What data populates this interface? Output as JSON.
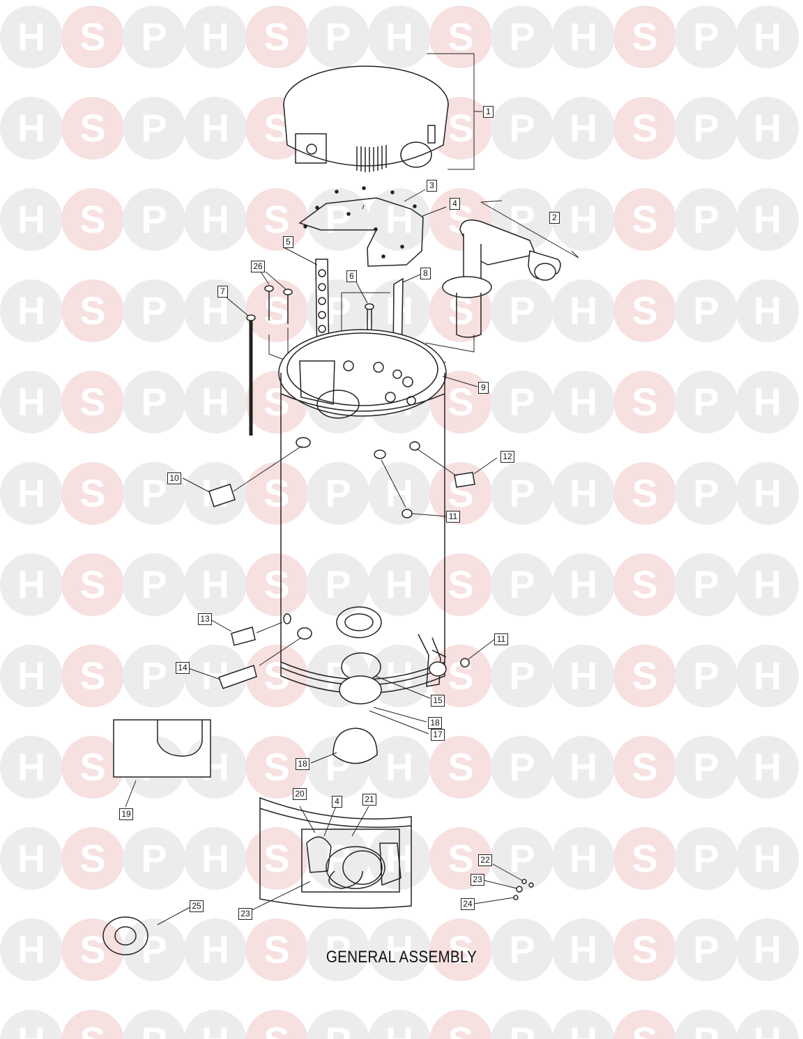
{
  "title": "GENERAL ASSEMBLY",
  "watermark": {
    "letters": [
      "H",
      "S",
      "P"
    ],
    "color_grey": "#ececec",
    "color_pink": "#f7e0e0"
  },
  "parts": [
    {
      "label": "1"
    },
    {
      "label": "2"
    },
    {
      "label": "3"
    },
    {
      "label": "4"
    },
    {
      "label": "5"
    },
    {
      "label": "26"
    },
    {
      "label": "6"
    },
    {
      "label": "8"
    },
    {
      "label": "7"
    },
    {
      "label": "9"
    },
    {
      "label": "10"
    },
    {
      "label": "12"
    },
    {
      "label": "11"
    },
    {
      "label": "13"
    },
    {
      "label": "11"
    },
    {
      "label": "14"
    },
    {
      "label": "15"
    },
    {
      "label": "18"
    },
    {
      "label": "17"
    },
    {
      "label": "18"
    },
    {
      "label": "19"
    },
    {
      "label": "20"
    },
    {
      "label": "4"
    },
    {
      "label": "21"
    },
    {
      "label": "22"
    },
    {
      "label": "23"
    },
    {
      "label": "24"
    },
    {
      "label": "23"
    },
    {
      "label": "25"
    }
  ]
}
